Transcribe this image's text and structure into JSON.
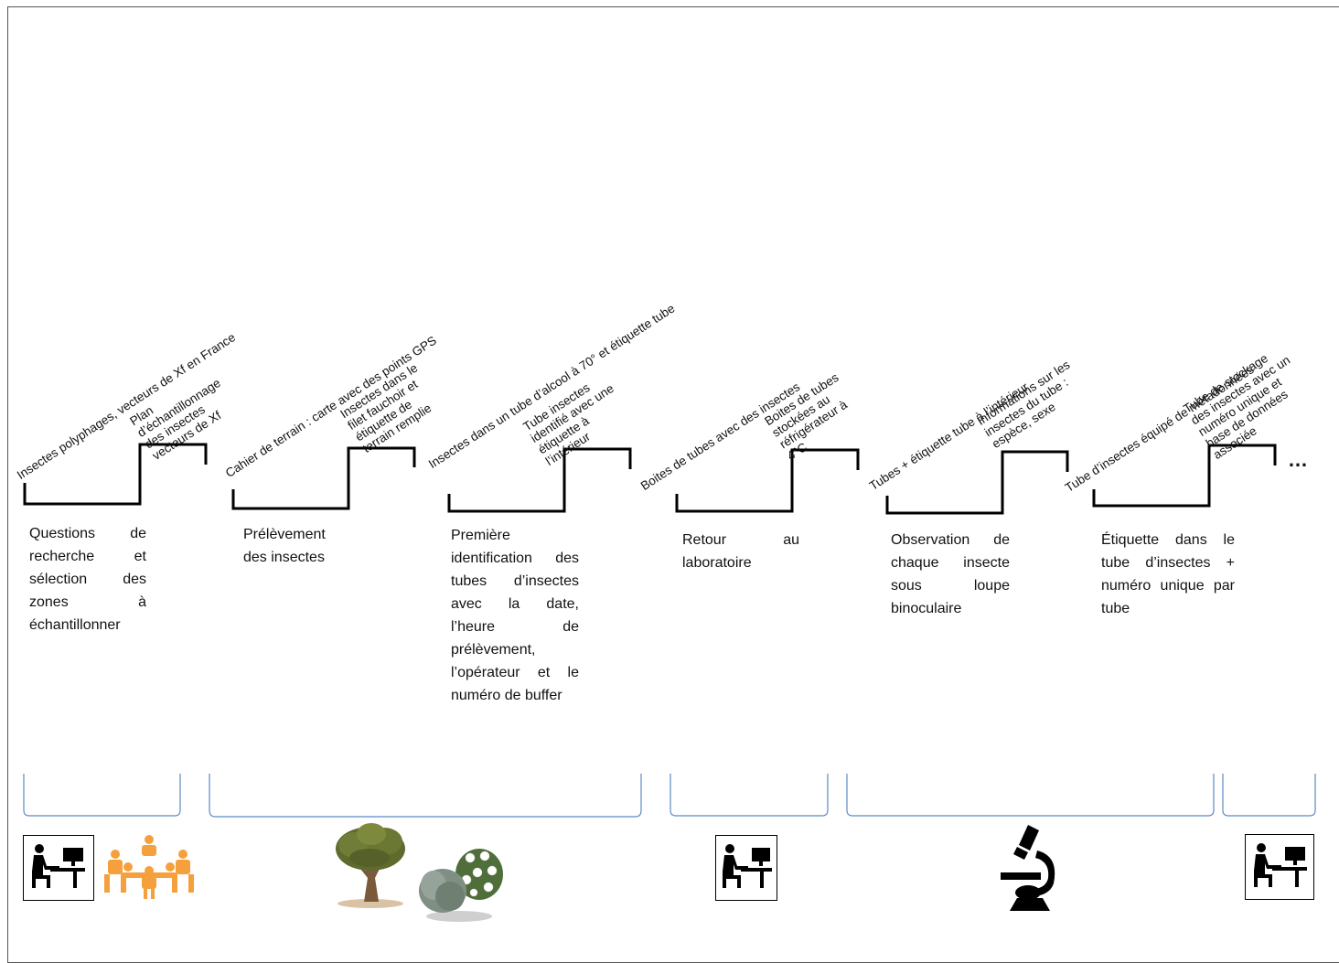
{
  "steps": [
    {
      "label_in": "Insectes polyphages, vecteurs de Xf en France",
      "label_out": "Plan d’échantillonnage des insectes vecteurs de Xf",
      "description": "Questions de recherche et sélection des zones à échantillonner",
      "icons": [
        "computer-user-icon",
        "meeting-group-icon"
      ]
    },
    {
      "label_in": "Cahier de terrain : carte avec des points GPS",
      "label_out": "Insectes dans le filet fauchoir et étiquette de terrain remplie",
      "description": "Prélèvement des insectes",
      "icons": [
        "olive-tree-icon",
        "shrub-icon"
      ]
    },
    {
      "label_in": "Insectes dans un tube d’alcool à 70° et étiquette tube",
      "label_out": "Tube insectes identifié avec une étiquette à l’intérieur",
      "description": "Première identification des tubes d’insectes avec la date, l’heure de prélèvement, l’opérateur et le numéro de buffer",
      "icons": []
    },
    {
      "label_in": "Boites de tubes avec des insectes",
      "label_out": "Boites de tubes stockées au réfrigérateur à 4°C",
      "description": "Retour au laboratoire",
      "icons": [
        "computer-user-icon"
      ]
    },
    {
      "label_in": "Tubes + étiquette tube à l’intérieur",
      "label_out": "Informations sur les insectes du tube : espèce, sexe",
      "description": "Observation de chaque insecte sous loupe binoculaire",
      "icons": [
        "microscope-icon"
      ]
    },
    {
      "label_in": "Tube d’insectes équipé de métadonnées",
      "label_out": "Tube de stockage des insectes avec un numéro unique et base de données associée",
      "description": "Étiquette dans le tube d’insectes + numéro unique par tube",
      "icons": []
    }
  ],
  "last_icon": "computer-user-icon",
  "ellipsis": "…",
  "colors": {
    "icon_orange": "#f5a03c",
    "bracket_blue": "#5b8ac5",
    "line": "#000000"
  }
}
